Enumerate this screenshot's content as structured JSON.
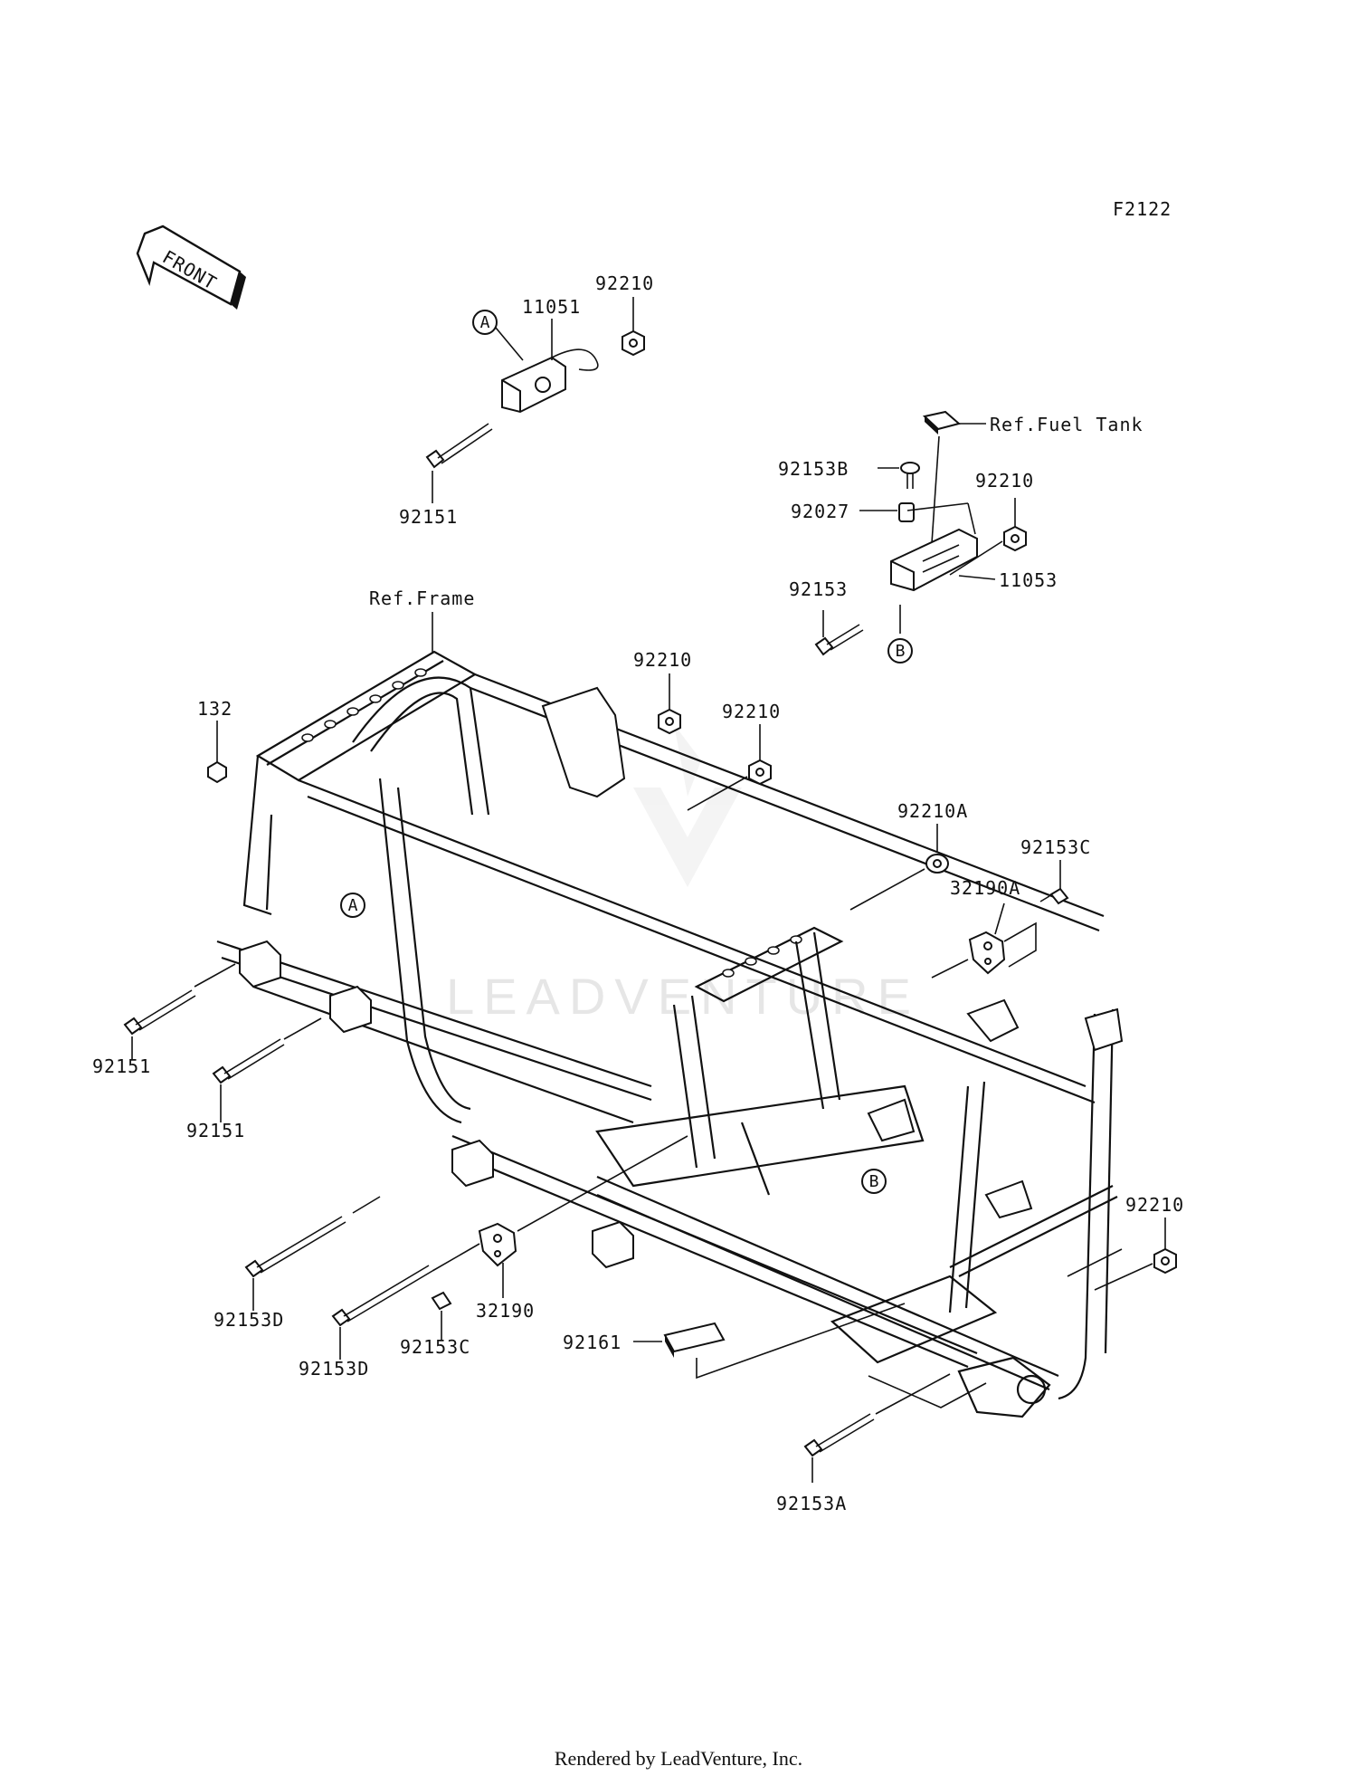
{
  "diagram_code": "F2122",
  "front_arrow": "FRONT",
  "ref_labels": {
    "fuel_tank": "Ref.Fuel Tank",
    "frame": "Ref.Frame"
  },
  "markers": {
    "a": "A",
    "b": "B"
  },
  "parts": {
    "p11051": "11051",
    "p92210_top": "92210",
    "p92151_top": "92151",
    "p92153B": "92153B",
    "p92027": "92027",
    "p92210_right": "92210",
    "p11053": "11053",
    "p92153": "92153",
    "p92210_mid1": "92210",
    "p92210_mid2": "92210",
    "p132": "132",
    "p92210A": "92210A",
    "p92153C_right": "92153C",
    "p32190A": "32190A",
    "p92151_left1": "92151",
    "p92151_left2": "92151",
    "p92210_lowright": "92210",
    "p92153D_1": "92153D",
    "p92153C_left": "92153C",
    "p32190": "32190",
    "p92153D_2": "92153D",
    "p92161": "92161",
    "p92153A": "92153A"
  },
  "watermark": "LEADVENTURE",
  "footer": "Rendered by LeadVenture, Inc."
}
